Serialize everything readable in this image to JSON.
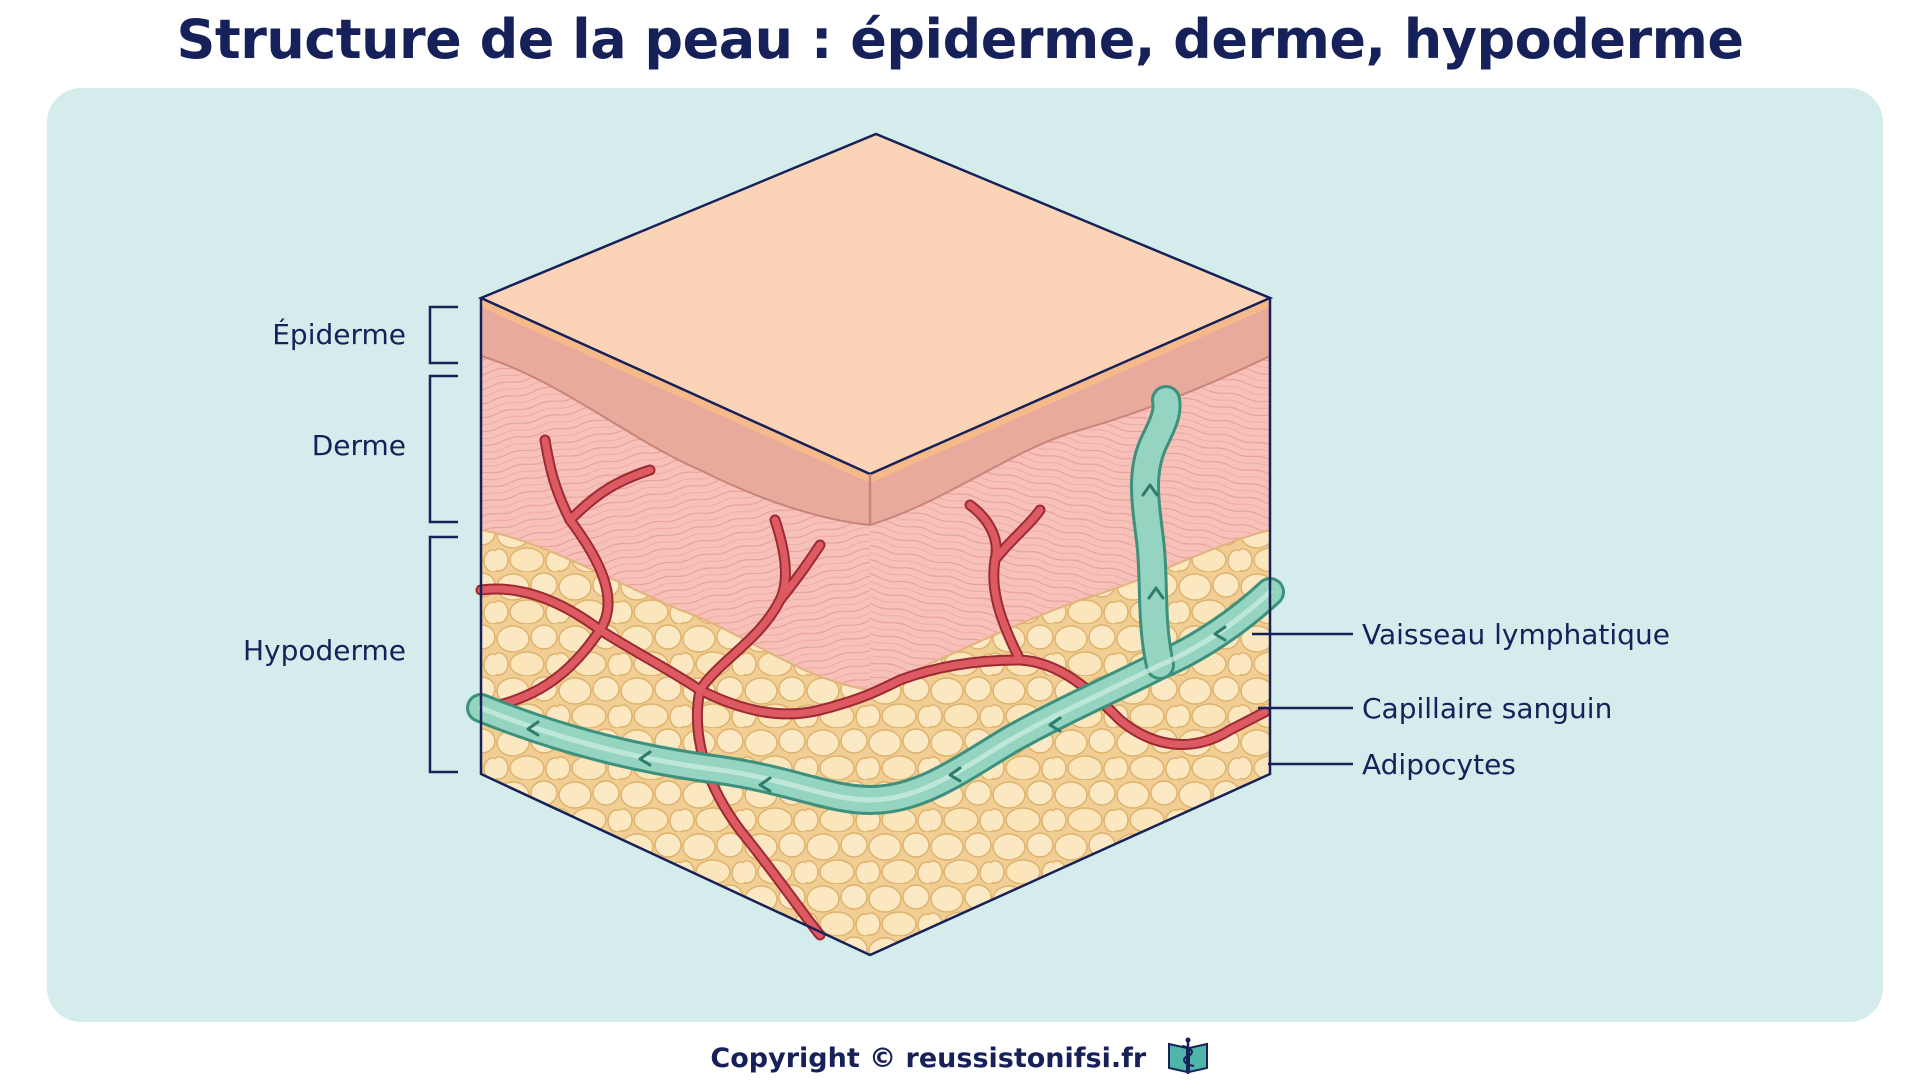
{
  "title": "Structure de la peau : épiderme, derme, hypoderme",
  "left_labels": {
    "epiderme": "Épiderme",
    "derme": "Derme",
    "hypoderme": "Hypoderme"
  },
  "right_labels": {
    "lymph": "Vaisseau lymphatique",
    "capillary": "Capillaire sanguin",
    "adipocytes": "Adipocytes"
  },
  "footer": {
    "copyright": "Copyright © reussistonifsi.fr",
    "logo_icon": "book-caduceus-icon"
  },
  "colors": {
    "title": "#16215a",
    "panel": "#d5eced",
    "epidermis_top": "#fbd3b6",
    "epidermis_side": "#e8aa9c",
    "dermis": "#f7c0b8",
    "hypodermis": "#f6ddb0",
    "adipocyte": "#fbe7c0",
    "capillary": "#d9505c",
    "lymph": "#8fcfbb",
    "outline": "#16215a"
  }
}
